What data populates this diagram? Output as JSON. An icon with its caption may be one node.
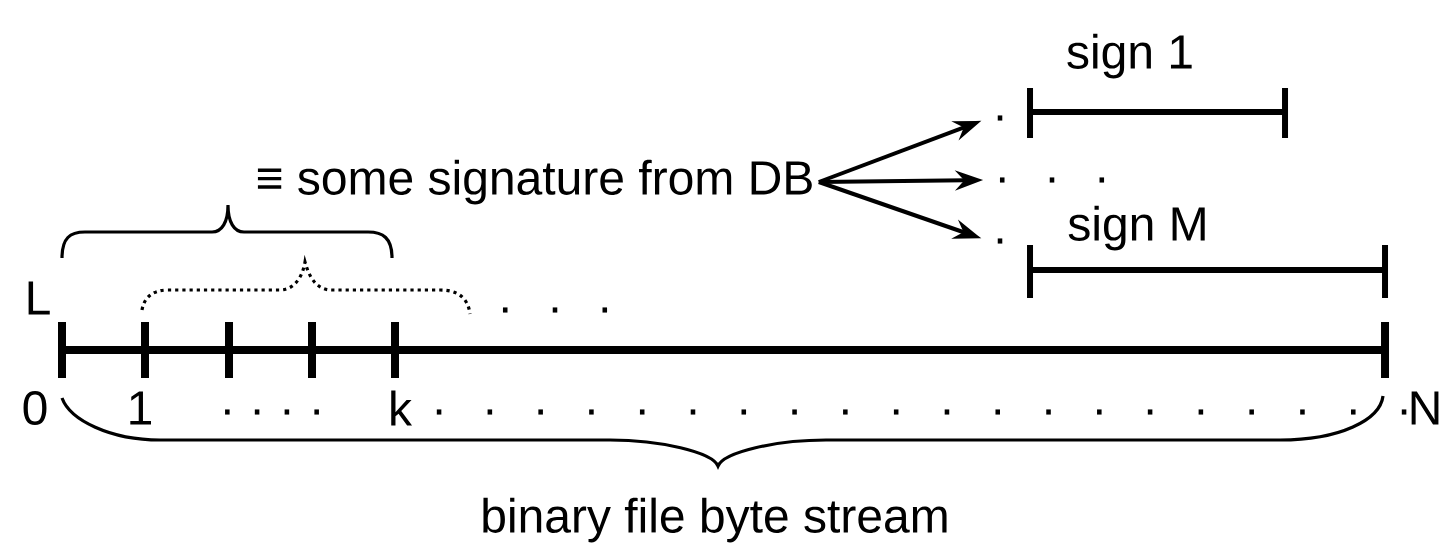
{
  "diagram": {
    "nodes": [
      {
        "text": [
          "≡ some signature from DB"
        ]
      },
      {
        "text": [
          "."
        ]
      },
      {
        "text": [
          ". . ."
        ]
      },
      {
        "text": [
          "."
        ]
      }
    ],
    "edges": [
      {
        "from": 0,
        "to": 1,
        "arrow": "to"
      },
      {
        "from": 0,
        "to": 2,
        "arrow": "to"
      },
      {
        "from": 0,
        "to": 3,
        "arrow": "to"
      }
    ],
    "labels": [
      "sign 1",
      "sign M",
      "L",
      ". . .",
      "0",
      "1",
      ". . . .",
      "k",
      ". . . . . . . . . . . . . . . . . . . .",
      "N",
      "binary file byte stream"
    ]
  }
}
